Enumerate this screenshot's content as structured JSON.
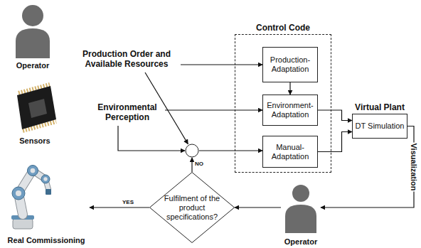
{
  "diagram": {
    "nodes": [
      {
        "text": [
          "Production Order and Available Resources"
        ]
      },
      {
        "text": [
          "Environmental Perception"
        ]
      },
      {
        "text": [
          "Control Code"
        ]
      },
      {
        "text": [
          "Production-Adaptation"
        ],
        "in": 2
      },
      {
        "text": [
          "Environment-Adaptation"
        ],
        "in": 2
      },
      {
        "text": [
          "Manual-Adaptation"
        ],
        "in": 2
      },
      {
        "text": [
          "Virtual Plant",
          "DT Simulation"
        ]
      },
      {
        "text": []
      },
      {
        "text": [
          "Fulfilment of the product specifications?"
        ]
      },
      {
        "text": [
          "Operator"
        ]
      },
      {
        "text": [
          "Real Commissioning"
        ]
      }
    ],
    "edges": [
      {
        "from": 0,
        "to": 3,
        "arrow": "to"
      },
      {
        "from": 0,
        "to": 7,
        "arrow": "to"
      },
      {
        "from": 3,
        "to": 4,
        "arrow": "to"
      },
      {
        "from": 1,
        "to": 4,
        "arrow": "to"
      },
      {
        "from": 1,
        "to": 7,
        "arrow": "to"
      },
      {
        "from": 7,
        "to": 5,
        "arrow": "to"
      },
      {
        "from": 4,
        "to": 6,
        "arrow": "to"
      },
      {
        "from": 5,
        "to": 6,
        "arrow": "to"
      },
      {
        "from": 6,
        "to": 9,
        "label": "Visualization",
        "arrow": "to"
      },
      {
        "from": 9,
        "to": 8,
        "arrow": "to"
      },
      {
        "from": 8,
        "to": 10,
        "label": "YES",
        "arrow": "to"
      },
      {
        "from": 8,
        "to": 7,
        "label": "NO",
        "arrow": "to"
      }
    ],
    "labels": [
      "Operator",
      "Sensors"
    ]
  }
}
